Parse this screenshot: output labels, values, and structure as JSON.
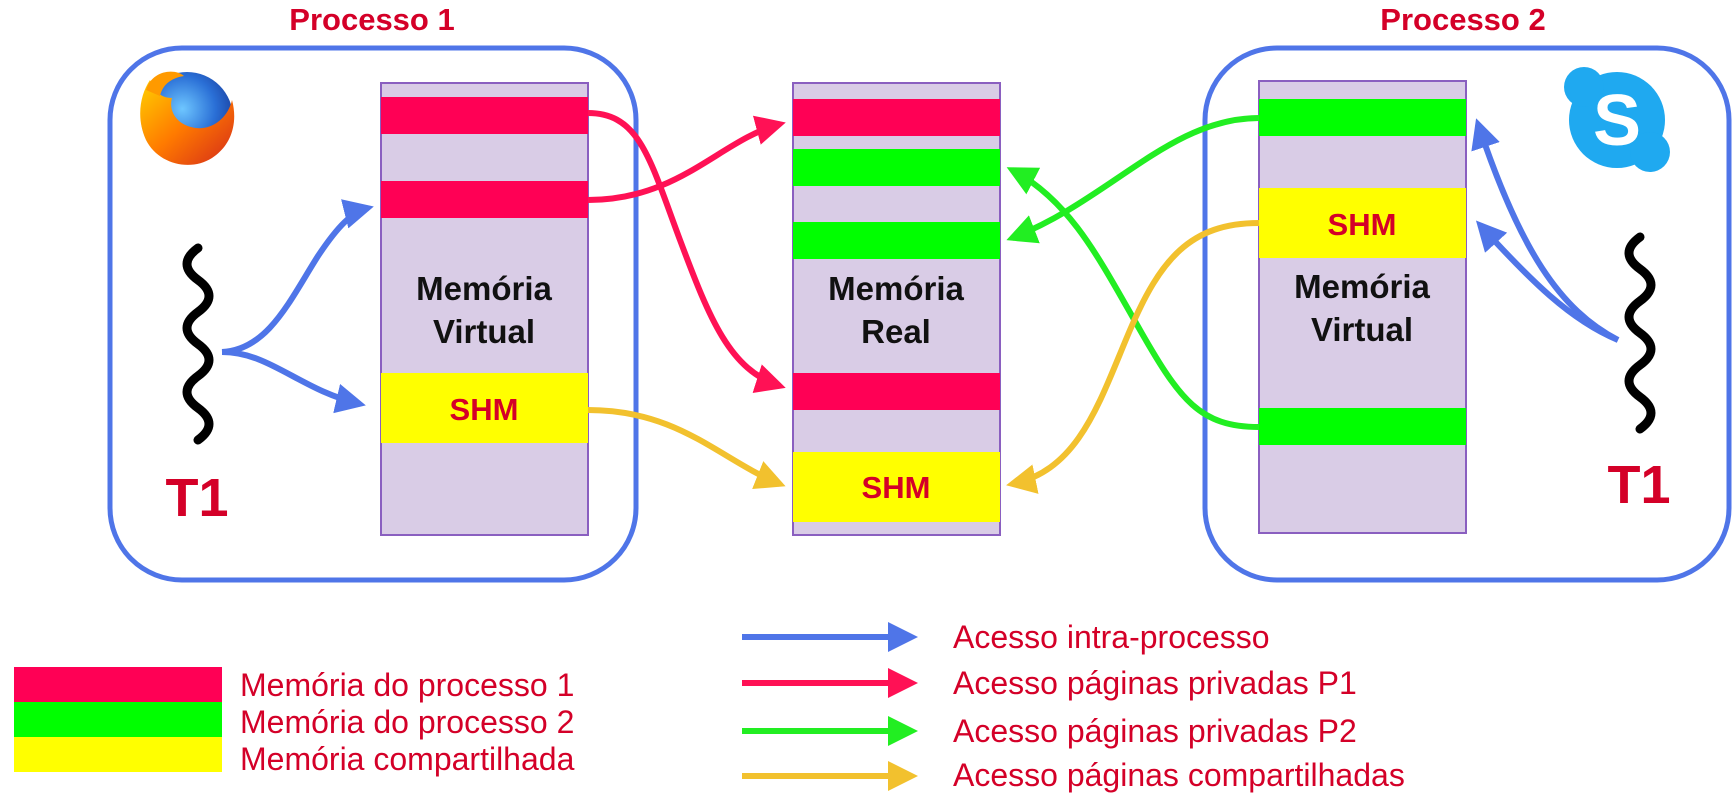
{
  "process1": {
    "title": "Processo 1",
    "icon": "firefox-icon",
    "thread_label": "T1",
    "memory_label_line1": "Memória",
    "memory_label_line2": "Virtual",
    "shm_label": "SHM"
  },
  "process2": {
    "title": "Processo 2",
    "icon": "skype-icon",
    "thread_label": "T1",
    "memory_label_line1": "Memória",
    "memory_label_line2": "Virtual",
    "shm_label": "SHM"
  },
  "real_memory": {
    "label_line1": "Memória",
    "label_line2": "Real",
    "shm_label": "SHM"
  },
  "legend_blocks": [
    {
      "label": "Memória do processo 1",
      "color": "#ff0055"
    },
    {
      "label": "Memória do processo 2",
      "color": "#00ff00"
    },
    {
      "label": "Memória compartilhada",
      "color": "#ffff00"
    }
  ],
  "legend_arrows": [
    {
      "label": "Acesso intra-processo",
      "color": "#4f75e8"
    },
    {
      "label": "Acesso páginas privadas P1",
      "color": "#ff1155"
    },
    {
      "label": "Acesso páginas privadas P2",
      "color": "#22ee22"
    },
    {
      "label": "Acesso páginas compartilhadas",
      "color": "#f2c12e"
    }
  ],
  "colors": {
    "process_border": "#4f75e8",
    "memory_fill": "#d9cce6",
    "memory_border": "#8a5fc0",
    "text_red": "#d40028",
    "thread_black": "#000000"
  }
}
